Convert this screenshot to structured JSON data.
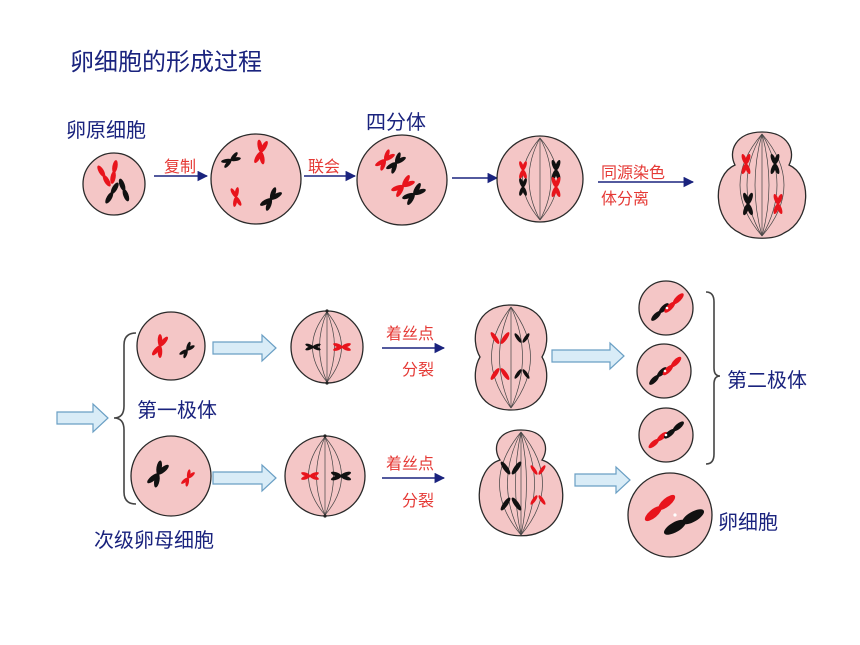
{
  "title": "卵细胞的形成过程",
  "labels": {
    "oogonium": "卵原细胞",
    "tetrad": "四分体",
    "replication": "复制",
    "synapsis": "联会",
    "homolog_sep_line1": "同源染色",
    "homolog_sep_line2": "体分离",
    "first_polar_body": "第一极体",
    "secondary_oocyte": "次级卵母细胞",
    "centromere_split_line1": "着丝点",
    "centromere_split_line2": "分裂",
    "second_polar_body": "第二极体",
    "egg_cell": "卵细胞"
  },
  "colors": {
    "cell_fill": "#f4c6c6",
    "cell_stroke": "#2a2a2a",
    "chromosome_red": "#e8141c",
    "chromosome_black": "#111111",
    "text_blue": "#1a237e",
    "text_red": "#e53935",
    "arrow_blue_fill": "#d9ecf7",
    "arrow_blue_stroke": "#6a9fc4",
    "arrow_navy": "#1a237e"
  }
}
